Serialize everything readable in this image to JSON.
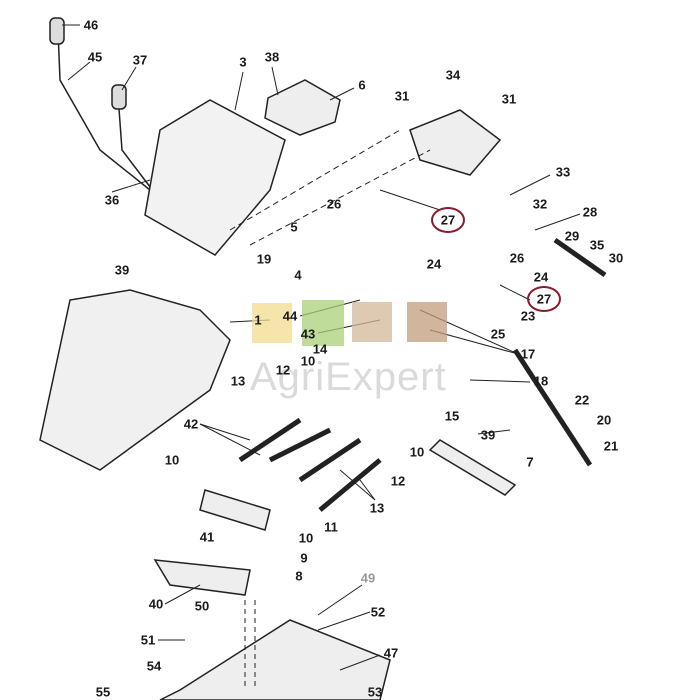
{
  "diagram": {
    "labels": [
      "46",
      "45",
      "37",
      "3",
      "38",
      "6",
      "34",
      "31",
      "31",
      "36",
      "33",
      "32",
      "28",
      "29",
      "35",
      "30",
      "26",
      "27",
      "5",
      "39",
      "19",
      "4",
      "24",
      "26",
      "24",
      "27",
      "1",
      "44",
      "43",
      "23",
      "25",
      "17",
      "14",
      "10",
      "12",
      "13",
      "18",
      "15",
      "22",
      "20",
      "21",
      "42",
      "39",
      "10",
      "7",
      "12",
      "10",
      "11",
      "13",
      "10",
      "9",
      "41",
      "8",
      "40",
      "49",
      "50",
      "52",
      "51",
      "47",
      "54",
      "55",
      "53"
    ],
    "highlighted_part": "27",
    "highlight_color": "#8b1a2b",
    "watermark": "AgriExpert",
    "logo_colors": [
      "#f3dc8e",
      "#a9d07a",
      "#d3b89a",
      "#c19c7c"
    ]
  }
}
